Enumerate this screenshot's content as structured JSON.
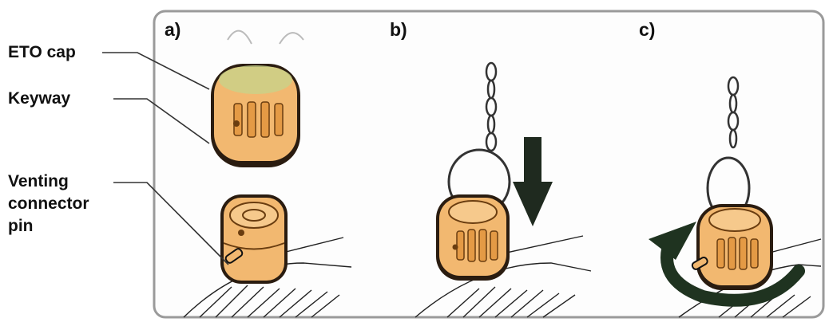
{
  "labels": {
    "eto_cap": "ETO cap",
    "keyway": "Keyway",
    "venting_line1": "Venting",
    "venting_line2": "connector",
    "venting_line3": "pin"
  },
  "panels": [
    "a)",
    "b)",
    "c)"
  ],
  "colors": {
    "cap_body": "#f2b870",
    "cap_shadow": "#2a1c10",
    "arrow": "#1f2a1f",
    "frame": "#9a9a9a"
  }
}
